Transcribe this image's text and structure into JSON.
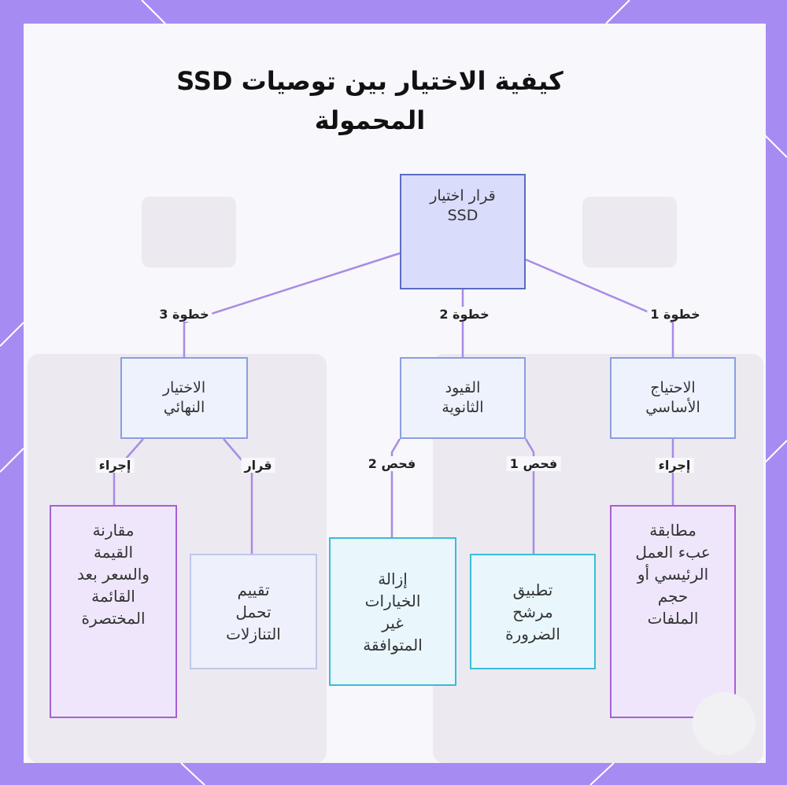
{
  "title": "كيفية الاختيار بين توصيات SSD المحمولة",
  "nodes": {
    "root": "قرار اختيار\nSSD",
    "primary_need": "الاحتياج\nالأساسي",
    "secondary_constraints": "القيود\nالثانوية",
    "final_choice": "الاختيار\nالنهائي",
    "match_workload": "مطابقة\nعبء العمل\nالرئيسي أو\nحجم\nالملفات",
    "apply_filter": "تطبيق\nمرشح\nالضرورة",
    "remove_incompatible": "إزالة\nالخيارات\nغير\nالمتوافقة",
    "evaluate_tradeoffs": "تقييم\nتحمل\nالتنازلات",
    "compare_value": "مقارنة\nالقيمة\nوالسعر بعد\nالقائمة\nالمختصرة"
  },
  "edge_labels": {
    "step1": "خطوة 1",
    "step2": "خطوة 2",
    "step3": "خطوة 3",
    "action_primary": "إجراء",
    "check1": "فحص 1",
    "check2": "فحص 2",
    "decision": "قرار",
    "action_final": "إجراء"
  },
  "colors": {
    "edge": "#a98be6",
    "background": "#a68cf2"
  }
}
